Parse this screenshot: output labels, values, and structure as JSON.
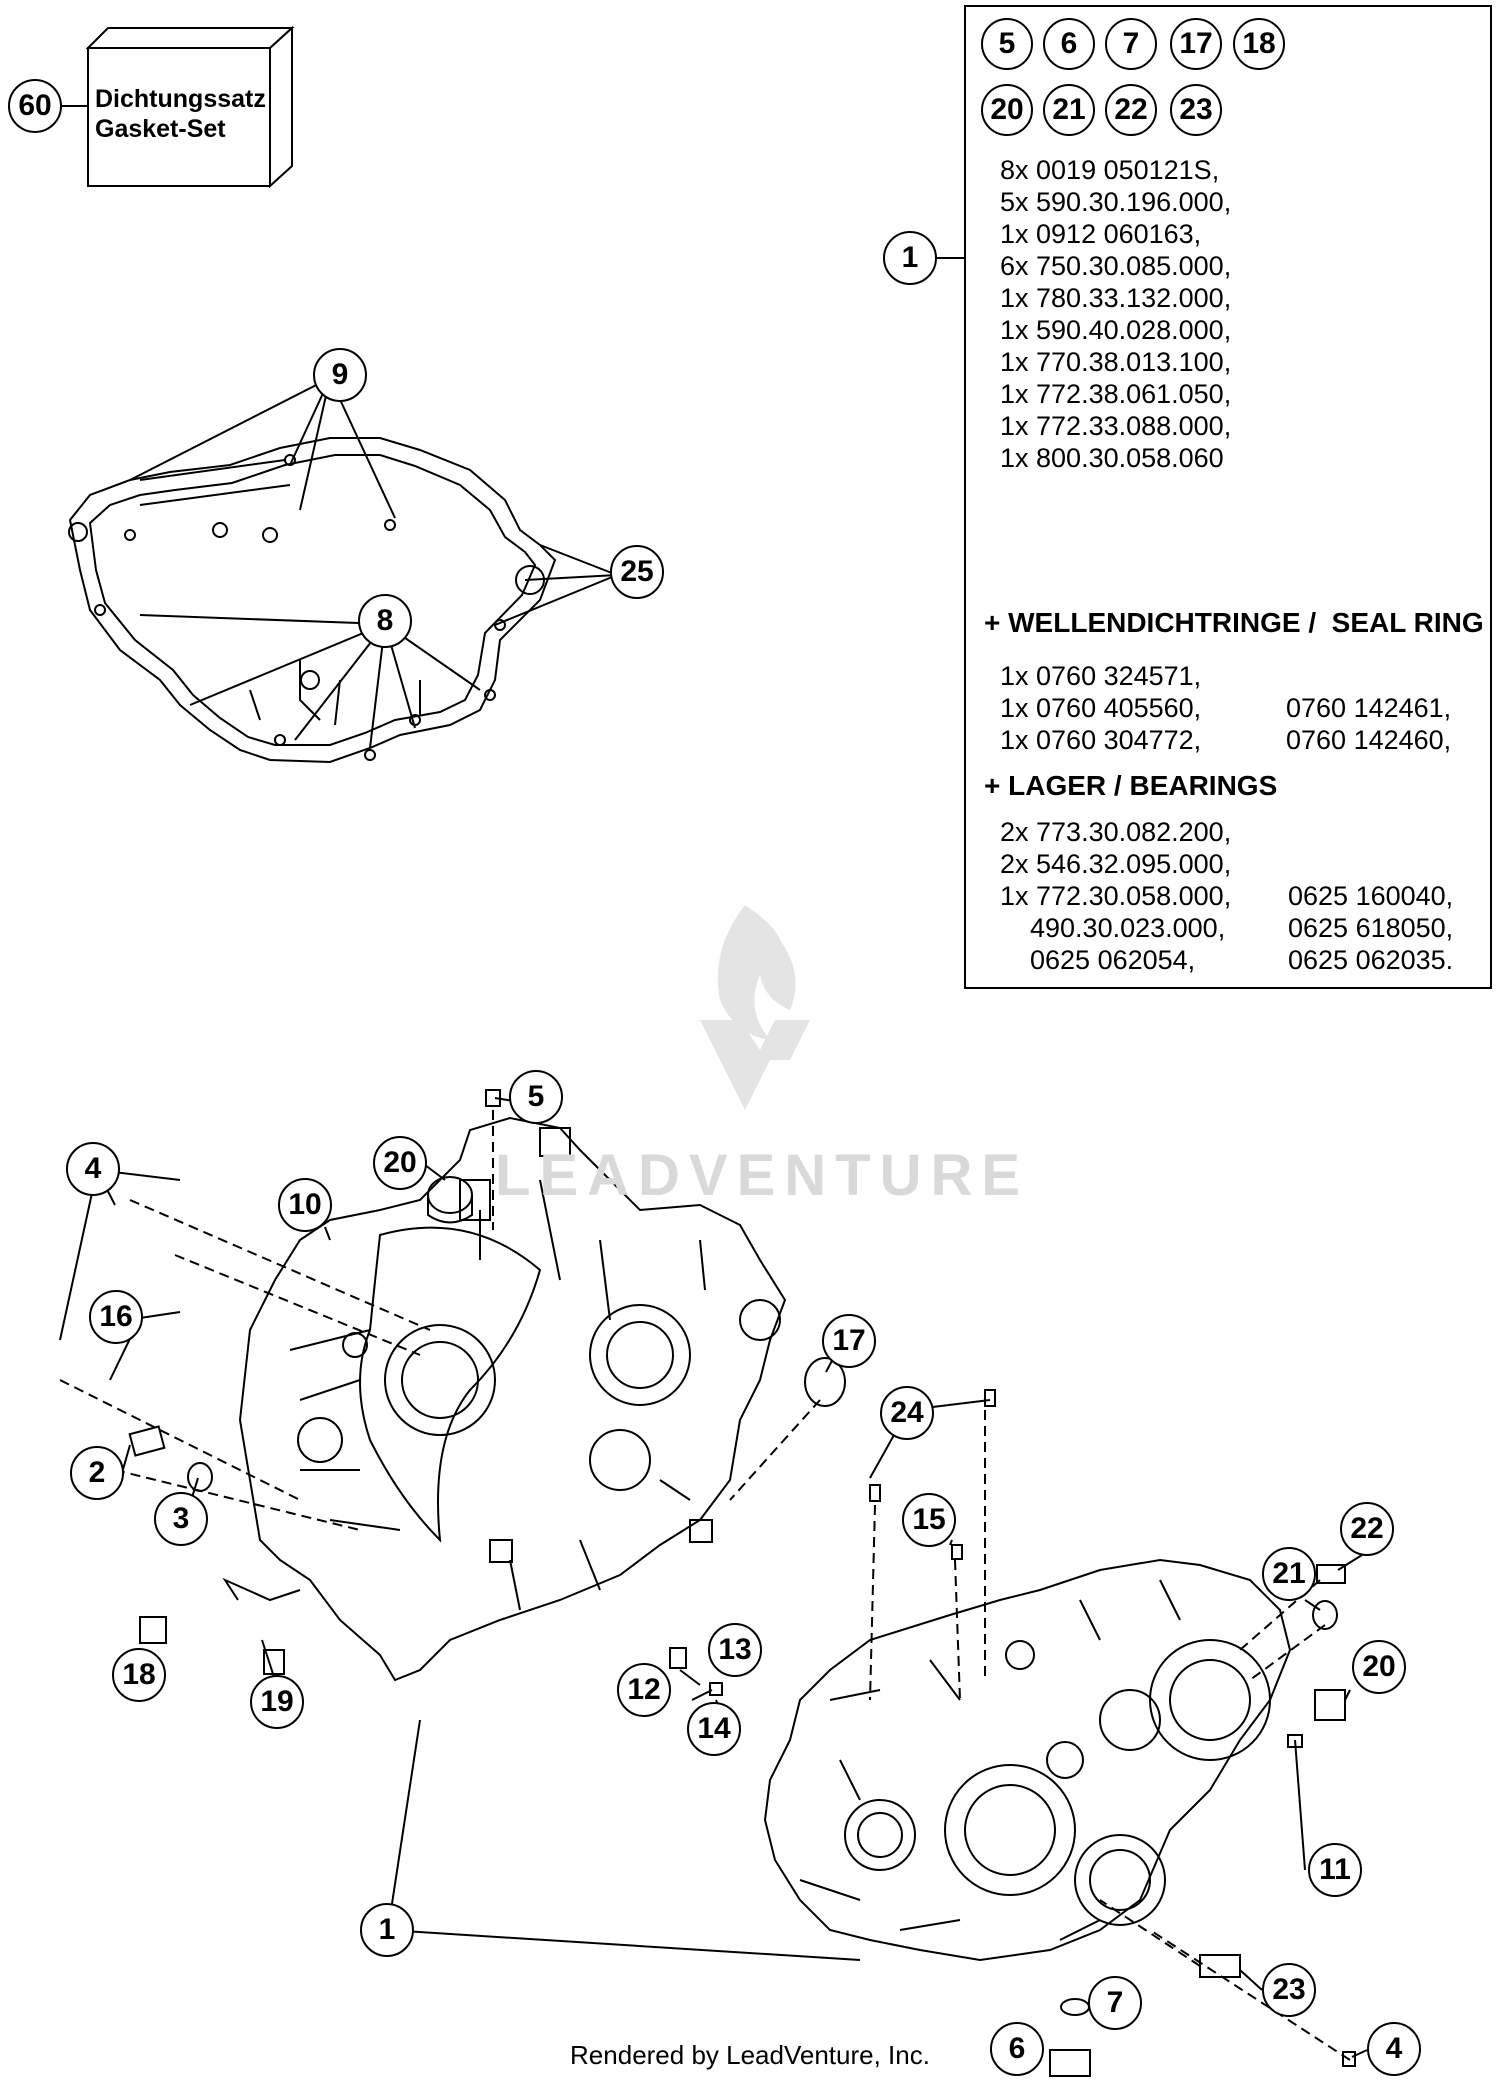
{
  "gasket_set": {
    "callout": "60",
    "line1": "Dichtungssatz",
    "line2": "Gasket-Set"
  },
  "legend": {
    "circles": [
      "5",
      "6",
      "7",
      "17",
      "18",
      "20",
      "21",
      "22",
      "23"
    ],
    "callout": "1",
    "part_list": [
      "8x 0019 050121S,",
      "5x 590.30.196.000,",
      "1x 0912 060163,",
      "6x 750.30.085.000,",
      "1x 780.33.132.000,",
      "1x 590.40.028.000,",
      "1x 770.38.013.100,",
      "1x 772.38.061.050,",
      "1x 772.33.088.000,",
      "1x 800.30.058.060"
    ],
    "seal_header": "+ WELLENDICHTRINGE /  SEAL RING",
    "seal_rows": [
      [
        "1x 0760 324571,",
        ""
      ],
      [
        "1x 0760 405560,",
        "0760 142461,"
      ],
      [
        "1x 0760 304772,",
        "0760 142460,"
      ]
    ],
    "bearing_header": "+ LAGER / BEARINGS",
    "bearing_rows": [
      [
        "2x 773.30.082.200,",
        ""
      ],
      [
        "2x 546.32.095.000,",
        ""
      ],
      [
        "1x 772.30.058.000,",
        "0625 160040,"
      ],
      [
        "    490.30.023.000,",
        "0625 618050,"
      ],
      [
        "    0625 062054,",
        "0625 062035."
      ]
    ]
  },
  "callouts": {
    "c9": "9",
    "c25": "25",
    "c8": "8",
    "c5": "5",
    "c20a": "20",
    "c10": "10",
    "c4a": "4",
    "c16": "16",
    "c2": "2",
    "c3": "3",
    "c18": "18",
    "c19": "19",
    "c17": "17",
    "c24": "24",
    "c15": "15",
    "c13": "13",
    "c12": "12",
    "c14": "14",
    "c22": "22",
    "c21": "21",
    "c20b": "20",
    "c11": "11",
    "c1": "1",
    "c23": "23",
    "c7": "7",
    "c6": "6",
    "c4b": "4"
  },
  "watermark": "LEADVENTURE",
  "footer": "Rendered by LeadVenture, Inc."
}
